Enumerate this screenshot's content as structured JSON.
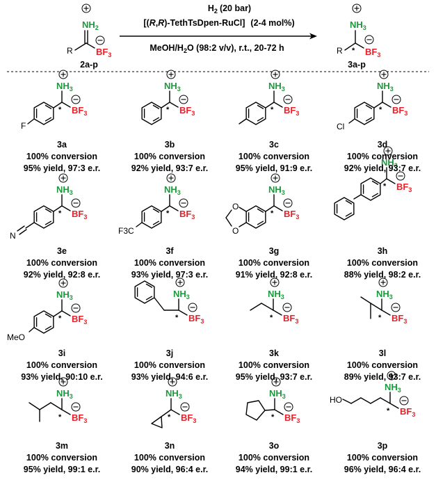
{
  "scheme": {
    "substrate": {
      "id": "2a-p",
      "r": "R",
      "nh2": "NH",
      "nh2_sub": "2",
      "bf3": "BF",
      "bf3_sub": "3"
    },
    "product": {
      "id": "3a-p",
      "r": "R",
      "nh3": "NH",
      "nh3_sub": "3",
      "bf3": "BF",
      "bf3_sub": "3",
      "star": "*"
    },
    "conditions": {
      "line1": "H",
      "line1_sub": "2",
      "line1_rest": "(20 bar)",
      "line2a": "[(",
      "line2b": "R",
      "line2c": ",",
      "line2d": "R",
      "line2e": ")-TethTsDpen-RuCl]",
      "line2f": "(2-4 mol%)",
      "line3": "MeOH/H",
      "line3_sub": "2",
      "line3_rest": "O (98:2 v/v), r.t., 20-72 h"
    },
    "charges": {
      "plus": "+",
      "minus": "−"
    }
  },
  "products": [
    {
      "id": "3a",
      "conversion": "100% conversion",
      "result": "95% yield, 97:3 e.r.",
      "sub": "F"
    },
    {
      "id": "3b",
      "conversion": "100% conversion",
      "result": "92% yield, 93:7 e.r.",
      "sub": ""
    },
    {
      "id": "3c",
      "conversion": "100% conversion",
      "result": "95% yield, 91:9 e.r.",
      "sub": ""
    },
    {
      "id": "3d",
      "conversion": "100% conversion",
      "result": "92% yield, 93:7 e.r.",
      "sub": "Cl"
    },
    {
      "id": "3e",
      "conversion": "100% conversion",
      "result": "92% yield, 92:8 e.r.",
      "sub": "N"
    },
    {
      "id": "3f",
      "conversion": "100% conversion",
      "result": "93% yield, 97:3 e.r.",
      "sub": "F3C"
    },
    {
      "id": "3g",
      "conversion": "100% conversion",
      "result": "91% yield, 92:8 e.r.",
      "sub": "O"
    },
    {
      "id": "3h",
      "conversion": "100% conversion",
      "result": "88% yield, 98:2 e.r.",
      "sub": ""
    },
    {
      "id": "3i",
      "conversion": "100% conversion",
      "result": "93% yield, 90:10 e.r.",
      "sub": "MeO"
    },
    {
      "id": "3j",
      "conversion": "100% conversion",
      "result": "93% yield, 94:6 e.r.",
      "sub": ""
    },
    {
      "id": "3k",
      "conversion": "100% conversion",
      "result": "95% yield, 93:7 e.r.",
      "sub": ""
    },
    {
      "id": "3l",
      "conversion": "100% conversion",
      "result": "89% yield, 93:7 e.r.",
      "sub": ""
    },
    {
      "id": "3m",
      "conversion": "100% conversion",
      "result": "95% yield, 99:1 e.r.",
      "sub": ""
    },
    {
      "id": "3n",
      "conversion": "100% conversion",
      "result": "90% yield, 96:4 e.r.",
      "sub": ""
    },
    {
      "id": "3o",
      "conversion": "100% conversion",
      "result": "94% yield, 99:1 e.r.",
      "sub": ""
    },
    {
      "id": "3p",
      "conversion": "100% conversion",
      "result": "96% yield, 96:4 e.r.",
      "sub": "HO"
    }
  ]
}
